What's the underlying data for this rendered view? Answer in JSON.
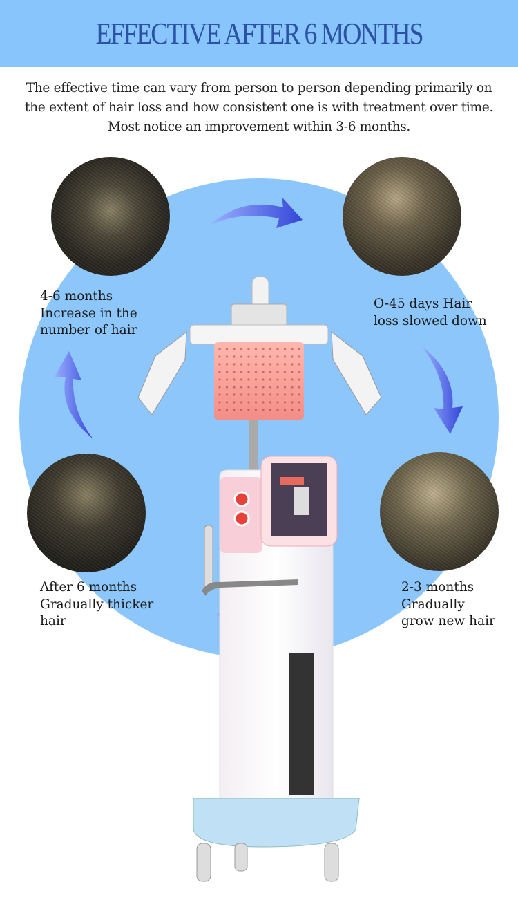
{
  "header": {
    "title": "EFFECTIVE AFTER 6 MONTHS"
  },
  "intro": {
    "text": "The effective time can vary from person to person depending primarily on the extent of hair loss and how consistent one is with treatment over time. Most notice an improvement within 3-6 months."
  },
  "stages": [
    {
      "lines": [
        "O-45 days Hair",
        "loss slowed down"
      ]
    },
    {
      "lines": [
        "2-3 months",
        "Gradually",
        "grow new hair"
      ]
    },
    {
      "lines": [
        "After 6 months",
        "Gradually thicker",
        "hair"
      ]
    },
    {
      "lines": [
        "4-6 months",
        "Increase in the",
        "number of hair"
      ]
    }
  ],
  "colors": {
    "header_bg": "#87c5fc",
    "title": "#2c52a6",
    "circle_bg": "#8cc6fb",
    "arrow": "#3a55d8",
    "device_pink": "#f7a9a4"
  },
  "icons": [
    "curved-arrow-icon"
  ]
}
